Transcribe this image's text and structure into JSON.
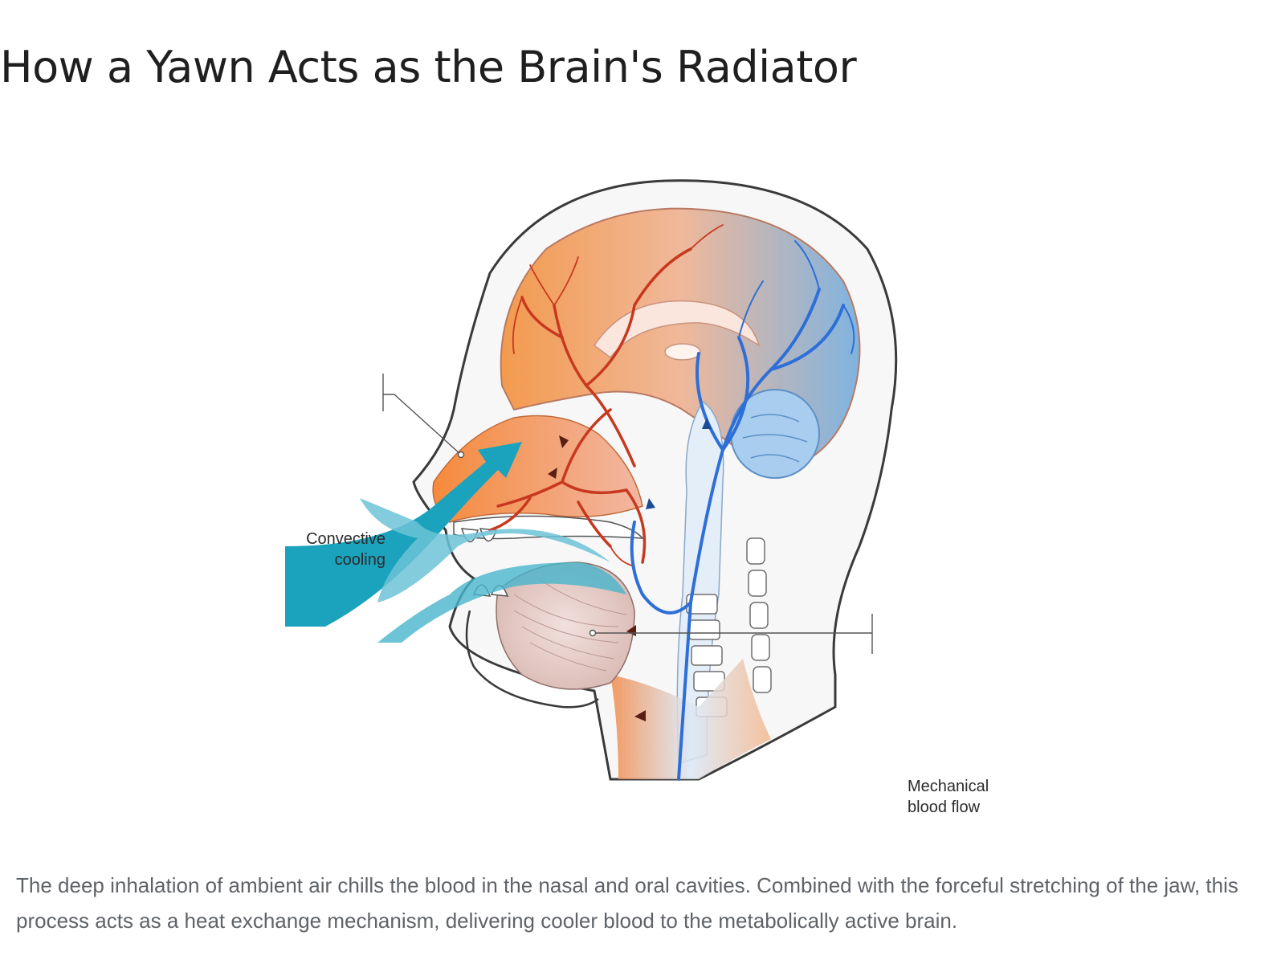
{
  "page": {
    "title": "How a Yawn Acts as the Brain's Radiator",
    "caption": "The deep inhalation of ambient air chills the blood in the nasal and oral cavities. Combined with the forceful stretching of the jaw, this process acts as a heat exchange mechanism, delivering cooler blood to the metabolically active brain."
  },
  "diagram": {
    "callouts": {
      "convective_cooling": "Convective\ncooling",
      "mechanical_blood_flow": "Mechanical\nblood flow"
    },
    "colors": {
      "warm_brain": "#f39a4e",
      "cool_brain": "#7fb3e0",
      "artery_red": "#c8381f",
      "vein_blue": "#2d6fd6",
      "airflow_teal": "#1ba2bd",
      "outline": "#3a3a3a"
    }
  }
}
